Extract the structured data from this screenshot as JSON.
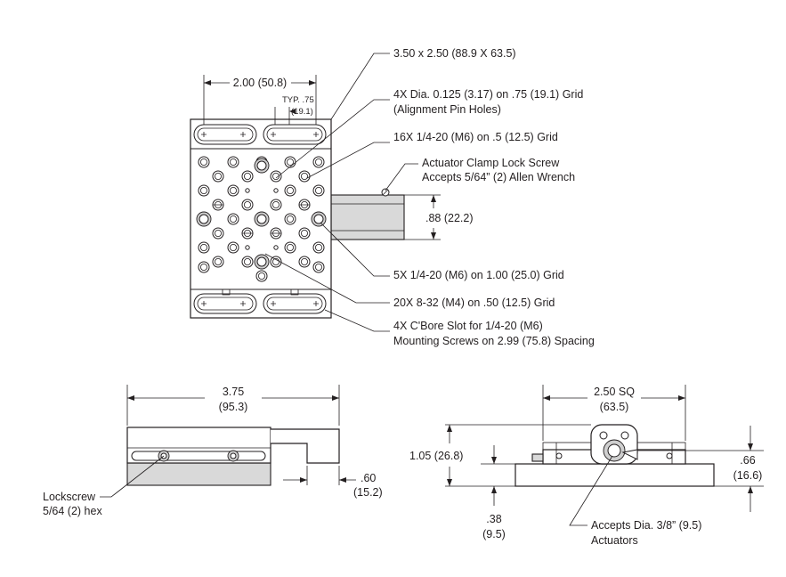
{
  "top_view": {
    "overall_dim": "3.50 x 2.50 (88.9 X 63.5)",
    "width_dim": "2.00 (50.8)",
    "typ_label": "TYP. .75",
    "typ_value": "(19.1)",
    "pin_holes_line1": "4X  Dia. 0.125 (3.17) on .75 (19.1) Grid",
    "pin_holes_line2": "(Alignment Pin Holes)",
    "grid_16x": "16X  1/4-20 (M6) on .5 (12.5) Grid",
    "clamp_line1": "Actuator Clamp Lock Screw",
    "clamp_line2": "Accepts 5/64” (2) Allen Wrench",
    "height_dim": ".88 (22.2)",
    "grid_5x": "5X  1/4-20 (M6) on 1.00 (25.0) Grid",
    "grid_20x": "20X  8-32 (M4) on .50 (12.5) Grid",
    "slot_line1": "4X  C'Bore Slot for 1/4-20 (M6)",
    "slot_line2": "Mounting Screws on 2.99 (75.8) Spacing"
  },
  "side_view": {
    "length_dim": "3.75",
    "length_dim_mm": "(95.3)",
    "offset_dim": ".60",
    "offset_dim_mm": "(15.2)",
    "lockscrew_line1": "Lockscrew",
    "lockscrew_line2": "5/64 (2) hex"
  },
  "end_view": {
    "square_dim": "2.50 SQ",
    "square_dim_mm": "(63.5)",
    "height_dim": "1.05 (26.8)",
    "axis_dim": ".66",
    "axis_dim_mm": "(16.6)",
    "base_dim": ".38",
    "base_dim_mm": "(9.5)",
    "actuator_line1": "Accepts Dia. 3/8” (9.5)",
    "actuator_line2": "Actuators"
  }
}
